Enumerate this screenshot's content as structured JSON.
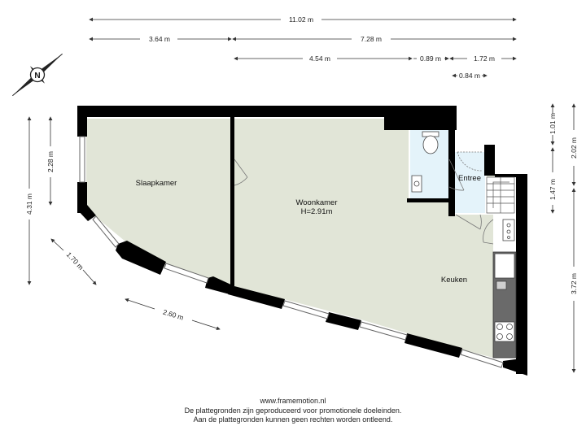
{
  "dimensions": {
    "top_total": "11.02 m",
    "top_left": "3.64 m",
    "top_right": "7.28 m",
    "mid_a": "4.54 m",
    "mid_b": "0.89 m",
    "mid_c": "1.72 m",
    "mid_d": "0.84 m",
    "left_outer": "4.31 m",
    "left_inner": "2.28 m",
    "diag_small": "1.70 m",
    "diag_long": "2.60 m",
    "right_1": "1.01 m",
    "right_2": "2.02 m",
    "right_3": "1.47 m",
    "right_4": "3.72 m"
  },
  "rooms": {
    "slaapkamer": "Slaapkamer",
    "woonkamer": "Woonkamer",
    "woonkamer_height": "H=2.91m",
    "entree": "Entree",
    "keuken": "Keuken"
  },
  "compass": {
    "label": "N"
  },
  "footer": {
    "line1": "www.framemotion.nl",
    "line2": "De plattegronden zijn geproduceerd voor promotionele doeleinden.",
    "line3": "Aan de plattegronden kunnen geen rechten worden ontleend."
  },
  "colors": {
    "floor": "#e1e5d7",
    "wet_room": "#e4f3fa",
    "wall": "#000000"
  }
}
